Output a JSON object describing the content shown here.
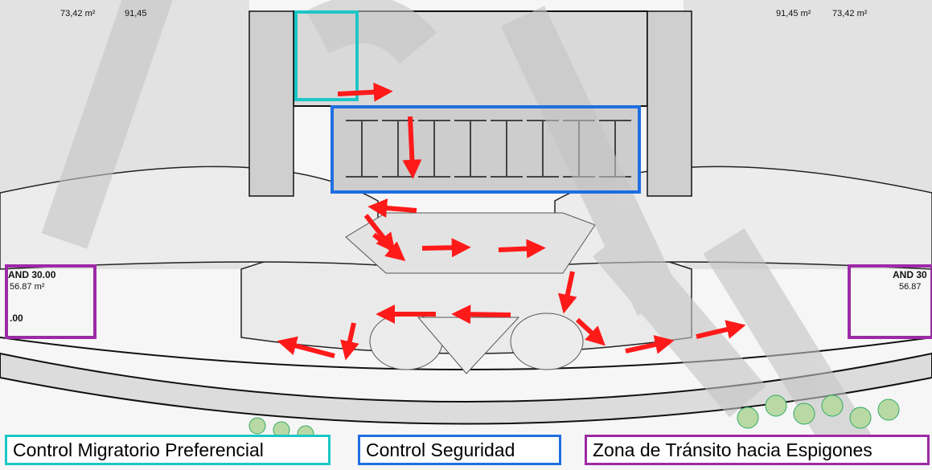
{
  "colors": {
    "migratorio": "#1cc6c6",
    "seguridad": "#1f6fe0",
    "transito": "#9c2aa6",
    "flow_arrow": "#ff1a1a",
    "watermark": "#c4c4c4",
    "floor": "#e9e9e9",
    "walls": "#111111"
  },
  "plan_labels": {
    "area_top_left": "73,42 m²",
    "area_top_left_b": "91,45",
    "area_top_right": "91,45 m²",
    "area_top_right_b": "73,42 m²",
    "level_left": "AND 30.00",
    "area_left": "56.87 m²",
    "level_left_b": ".00",
    "level_right": "AND 30",
    "area_right": "56.87"
  },
  "icons": {
    "flow": "red-arrow-icon",
    "tree": "tree-icon",
    "planter": "planter-icon"
  },
  "legend": [
    {
      "id": "migratorio",
      "label": "Control Migratorio Preferencial"
    },
    {
      "id": "seguridad",
      "label": "Control Seguridad"
    },
    {
      "id": "transito",
      "label": "Zona de Tránsito hacia Espigones"
    }
  ]
}
